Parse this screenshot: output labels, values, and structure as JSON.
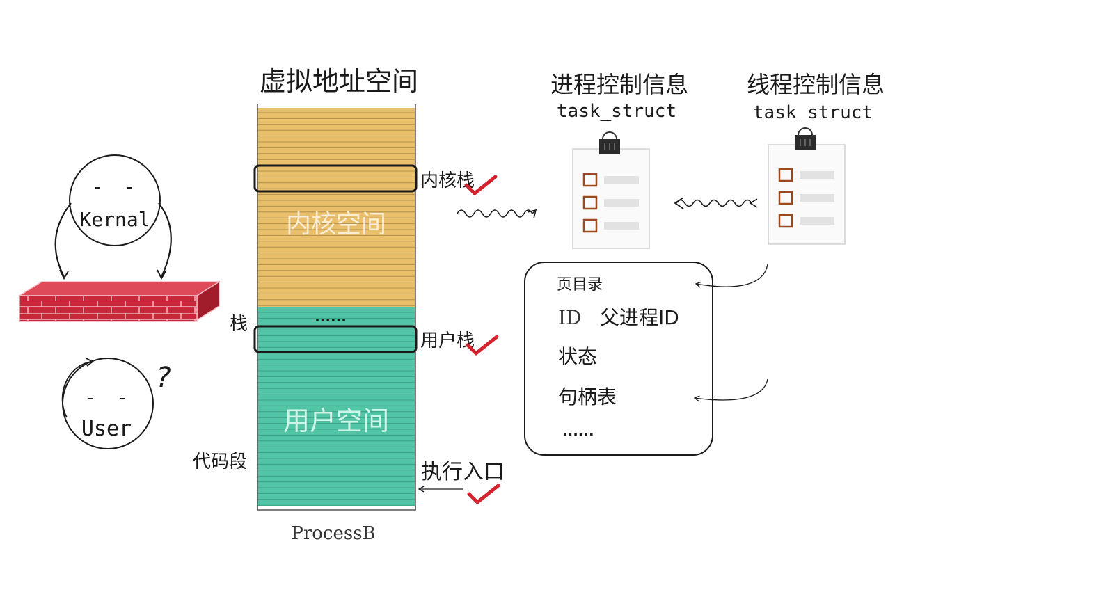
{
  "colors": {
    "kernel_fill": "#e9bf6c",
    "user_fill": "#52c5a6",
    "stripe": "#9a7c3e",
    "user_stripe": "#2f8f78",
    "brick": "#c9283a",
    "check": "#d2232f",
    "ink": "#1a1a1a"
  },
  "vas": {
    "title": "虚拟地址空间",
    "kernel_space": "内核空间",
    "user_space": "用户空间",
    "dots": "......",
    "kernel_stack": "内核栈",
    "user_stack": "用户栈",
    "stack": "栈",
    "code_segment": "代码段",
    "entry": "执行入口",
    "process": "ProcessB"
  },
  "figures": {
    "kernel": "Kernal",
    "user": "User",
    "question": "?"
  },
  "process_info": {
    "title": "进程控制信息",
    "struct": "task_struct"
  },
  "thread_info": {
    "title": "线程控制信息",
    "struct": "task_struct"
  },
  "info_box": {
    "page_dir": "页目录",
    "id": "ID",
    "parent_id": "父进程ID",
    "state": "状态",
    "handle_table": "句柄表",
    "more": "......"
  }
}
